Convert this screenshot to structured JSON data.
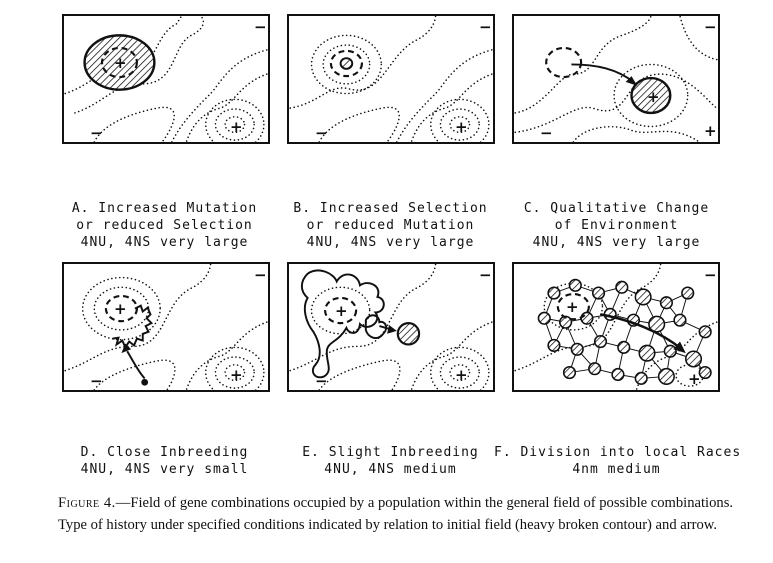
{
  "panels": [
    {
      "id": "A",
      "caption": [
        "A. Increased Mutation",
        "or reduced Selection",
        "4NU, 4NS very large"
      ],
      "minus_sign": "−",
      "plus_sign": "+"
    },
    {
      "id": "B",
      "caption": [
        "B. Increased Selection",
        "or reduced Mutation",
        "4NU, 4NS very large"
      ],
      "minus_sign": "−",
      "plus_sign": "+"
    },
    {
      "id": "C",
      "caption": [
        "C. Qualitative Change",
        "of Environment",
        "4NU, 4NS very large"
      ],
      "minus_sign": "−",
      "plus_sign": "+"
    },
    {
      "id": "D",
      "caption": [
        "D. Close Inbreeding",
        "4NU, 4NS very small"
      ],
      "minus_sign": "−",
      "plus_sign": "+"
    },
    {
      "id": "E",
      "caption": [
        "E. Slight Inbreeding",
        "4NU, 4NS medium"
      ],
      "minus_sign": "−",
      "plus_sign": "+"
    },
    {
      "id": "F",
      "caption": [
        "F. Division into local Races",
        "4nm medium"
      ],
      "minus_sign": "−",
      "plus_sign": "+"
    }
  ],
  "figure_caption": {
    "label": "Figure 4.",
    "text": "—Field of gene combinations occupied by a population within the general field of possible combinations. Type of history under specified conditions indicated by relation to initial field (heavy broken contour) and arrow."
  },
  "colors": {
    "ink": "#111111",
    "paper": "#ffffff"
  }
}
